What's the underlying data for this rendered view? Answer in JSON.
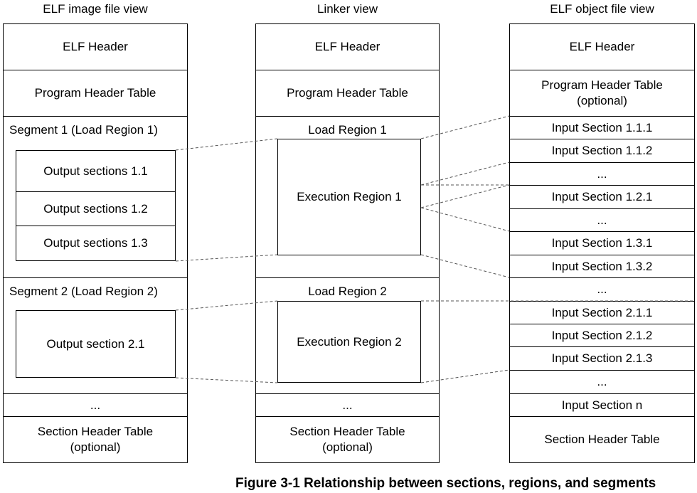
{
  "headers": {
    "image_view": "ELF image file view",
    "linker_view": "Linker view",
    "object_view": "ELF object file view"
  },
  "image_column": {
    "elf_header": "ELF Header",
    "program_header_table": "Program Header Table",
    "segment1_label": "Segment 1 (Load Region 1)",
    "output_1_1": "Output sections 1.1",
    "output_1_2": "Output sections 1.2",
    "output_1_3": "Output sections 1.3",
    "segment2_label": "Segment 2 (Load Region 2)",
    "output_2_1": "Output section 2.1",
    "ellipsis": "...",
    "section_header_table": "Section Header Table",
    "section_header_optional": "(optional)"
  },
  "linker_column": {
    "elf_header": "ELF Header",
    "program_header_table": "Program Header Table",
    "load_region_1": "Load Region 1",
    "execution_region_1": "Execution Region 1",
    "load_region_2": "Load Region 2",
    "execution_region_2": "Execution Region 2",
    "ellipsis": "...",
    "section_header_table": "Section Header Table",
    "section_header_optional": "(optional)"
  },
  "object_column": {
    "elf_header": "ELF Header",
    "program_header_table": "Program Header Table",
    "program_header_optional": "(optional)",
    "rows": [
      "Input Section 1.1.1",
      "Input Section 1.1.2",
      "...",
      "Input Section 1.2.1",
      "...",
      "Input Section 1.3.1",
      "Input Section 1.3.2",
      "...",
      "Input Section 2.1.1",
      "Input Section 2.1.2",
      "Input Section 2.1.3",
      "...",
      "Input Section n"
    ],
    "section_header_table": "Section Header Table"
  },
  "caption": "Figure 3-1  Relationship between sections, regions, and segments"
}
